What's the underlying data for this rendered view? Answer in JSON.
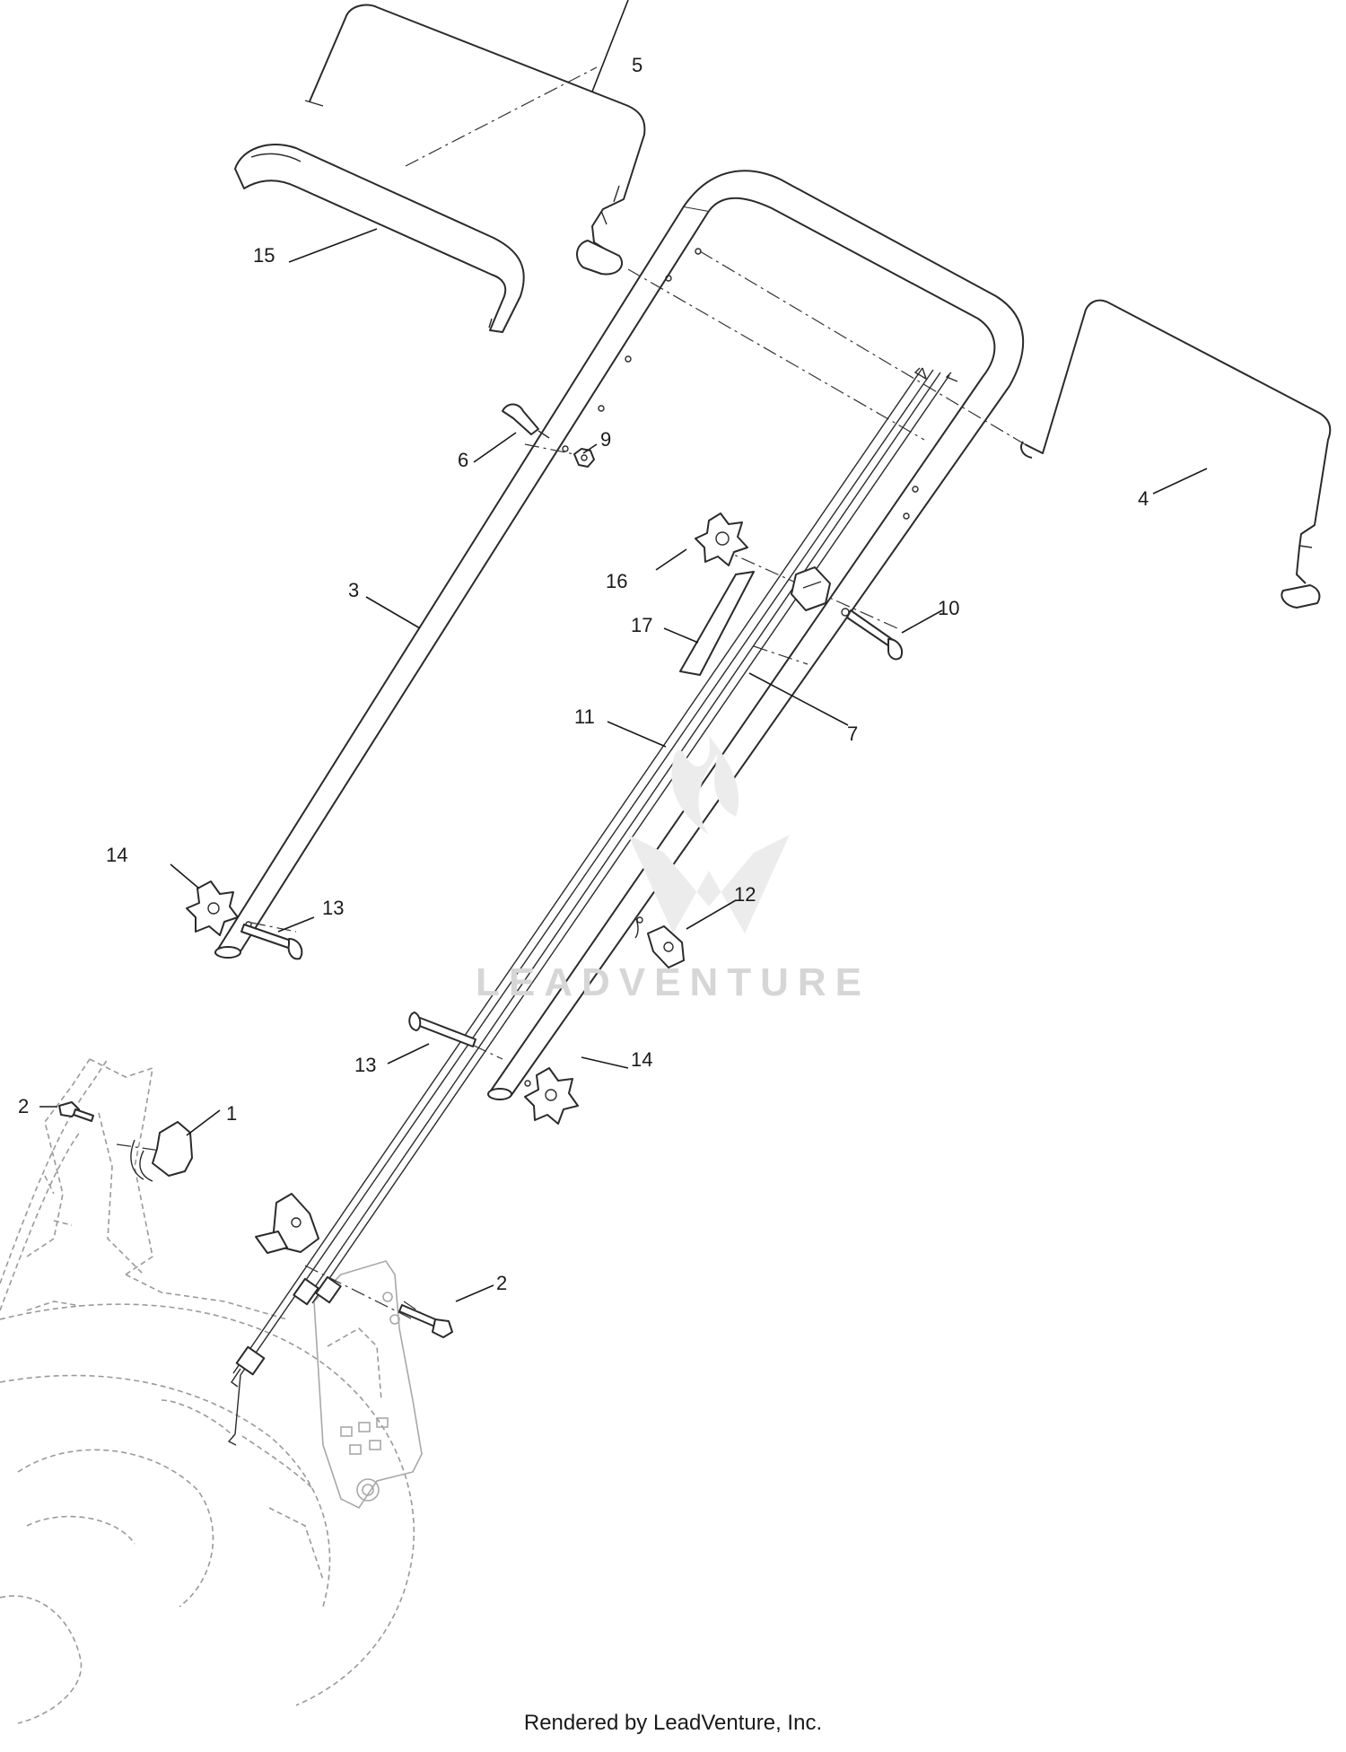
{
  "callouts": {
    "c1": "1",
    "c2a": "2",
    "c2b": "2",
    "c3": "3",
    "c4": "4",
    "c5": "5",
    "c6": "6",
    "c7": "7",
    "c9": "9",
    "c10": "10",
    "c11": "11",
    "c12": "12",
    "c13a": "13",
    "c13b": "13",
    "c14a": "14",
    "c14b": "14",
    "c15": "15",
    "c16": "16",
    "c17": "17"
  },
  "watermark": "LEADVENTURE",
  "footer": "Rendered by LeadVenture, Inc."
}
